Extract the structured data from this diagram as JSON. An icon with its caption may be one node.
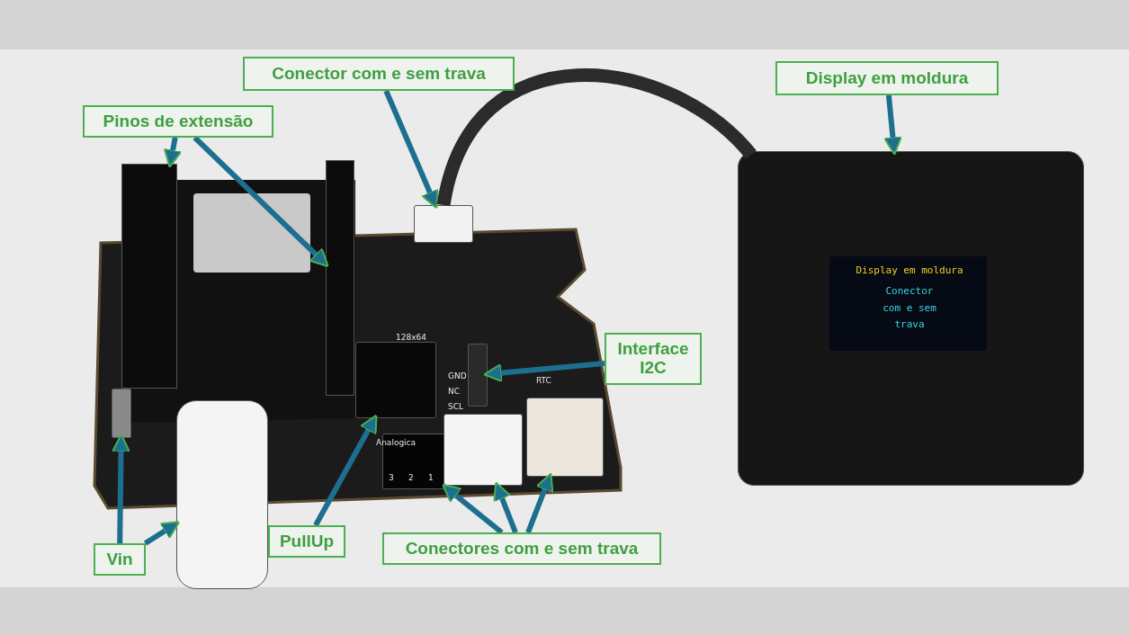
{
  "diagram": {
    "nodes": [
      {
        "text": [
          "Pinos de extensão"
        ]
      },
      {
        "text": [],
        "shape": "box"
      },
      {
        "text": [],
        "shape": "box"
      },
      {
        "text": [
          "Conector com e sem trava"
        ]
      },
      {
        "text": [],
        "shape": "box"
      },
      {
        "text": [
          "Display em moldura"
        ]
      },
      {
        "text": [],
        "shape": "box"
      },
      {
        "text": [
          "Interface I2C"
        ]
      },
      {
        "text": [],
        "shape": "box"
      },
      {
        "text": [
          "Vin"
        ]
      },
      {
        "text": [],
        "shape": "box"
      },
      {
        "text": [],
        "shape": "box"
      },
      {
        "text": [
          "PullUp"
        ]
      },
      {
        "text": [],
        "shape": "box"
      },
      {
        "text": [
          "Conectores com e sem trava"
        ]
      },
      {
        "text": [],
        "shape": "box"
      },
      {
        "text": [],
        "shape": "box"
      },
      {
        "text": [],
        "shape": "box"
      }
    ],
    "edges": [
      {
        "from": 0,
        "to": 1,
        "arrow": "to"
      },
      {
        "from": 0,
        "to": 2,
        "arrow": "to"
      },
      {
        "from": 3,
        "to": 4,
        "arrow": "to"
      },
      {
        "from": 5,
        "to": 6,
        "arrow": "to"
      },
      {
        "from": 7,
        "to": 8,
        "arrow": "to"
      },
      {
        "from": 9,
        "to": 10,
        "arrow": "to"
      },
      {
        "from": 9,
        "to": 11,
        "arrow": "to"
      },
      {
        "from": 12,
        "to": 13,
        "arrow": "to"
      },
      {
        "from": 14,
        "to": 15,
        "arrow": "to"
      },
      {
        "from": 14,
        "to": 16,
        "arrow": "to"
      },
      {
        "from": 14,
        "to": 17,
        "arrow": "to"
      },
      {
        "from": 4,
        "to": 6,
        "arrow": "none",
        "style": "thick",
        "color": "#2b2b2b"
      }
    ],
    "labels": [
      "Display em moldura",
      "Conector com e sem trava",
      "128x64",
      "GND",
      "NC",
      "SCL",
      "RTC",
      "Analogica",
      "3",
      "2",
      "1"
    ]
  }
}
